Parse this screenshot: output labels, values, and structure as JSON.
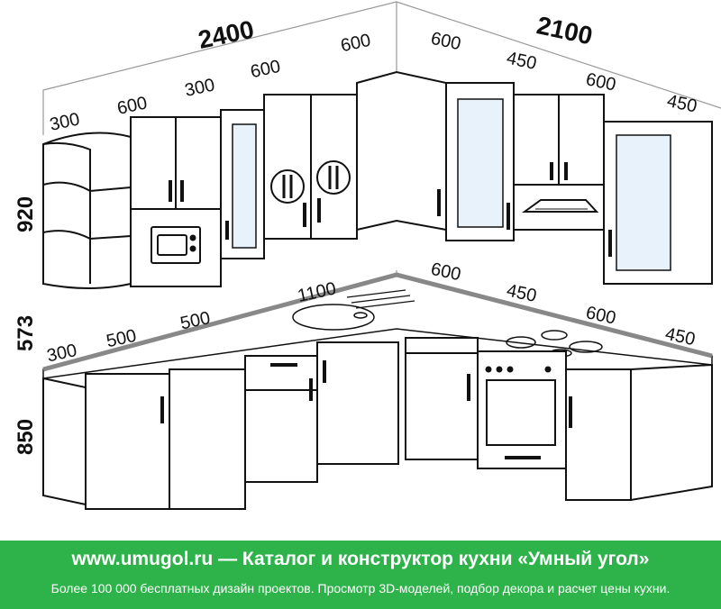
{
  "dimensions": {
    "wall_left_total": "2400",
    "wall_right_total": "2100",
    "upper_left": [
      "300",
      "600",
      "300",
      "600"
    ],
    "upper_corner": "600",
    "upper_right": [
      "600",
      "450",
      "600",
      "450"
    ],
    "lower_left": [
      "300",
      "500",
      "500",
      "1100"
    ],
    "lower_right": [
      "600",
      "450",
      "600",
      "450"
    ],
    "height_upper": "920",
    "height_gap": "573",
    "height_lower": "850"
  },
  "footer": {
    "line1": "www.umugol.ru — Каталог и конструктор кухни «Умный угол»",
    "line2": "Более 100 000 бесплатных дизайн проектов. Просмотр 3D-моделей, подбор декора и расчет цены кухни."
  },
  "colors": {
    "footer_bg": "#2db34a",
    "line": "#111111",
    "glass": "#e8f2fb",
    "countertop_edge": "#888888"
  },
  "icons": [
    "microwave-icon",
    "plate-cutlery-icon",
    "range-hood-icon",
    "cooktop-icon",
    "oven-icon",
    "sink-icon"
  ]
}
